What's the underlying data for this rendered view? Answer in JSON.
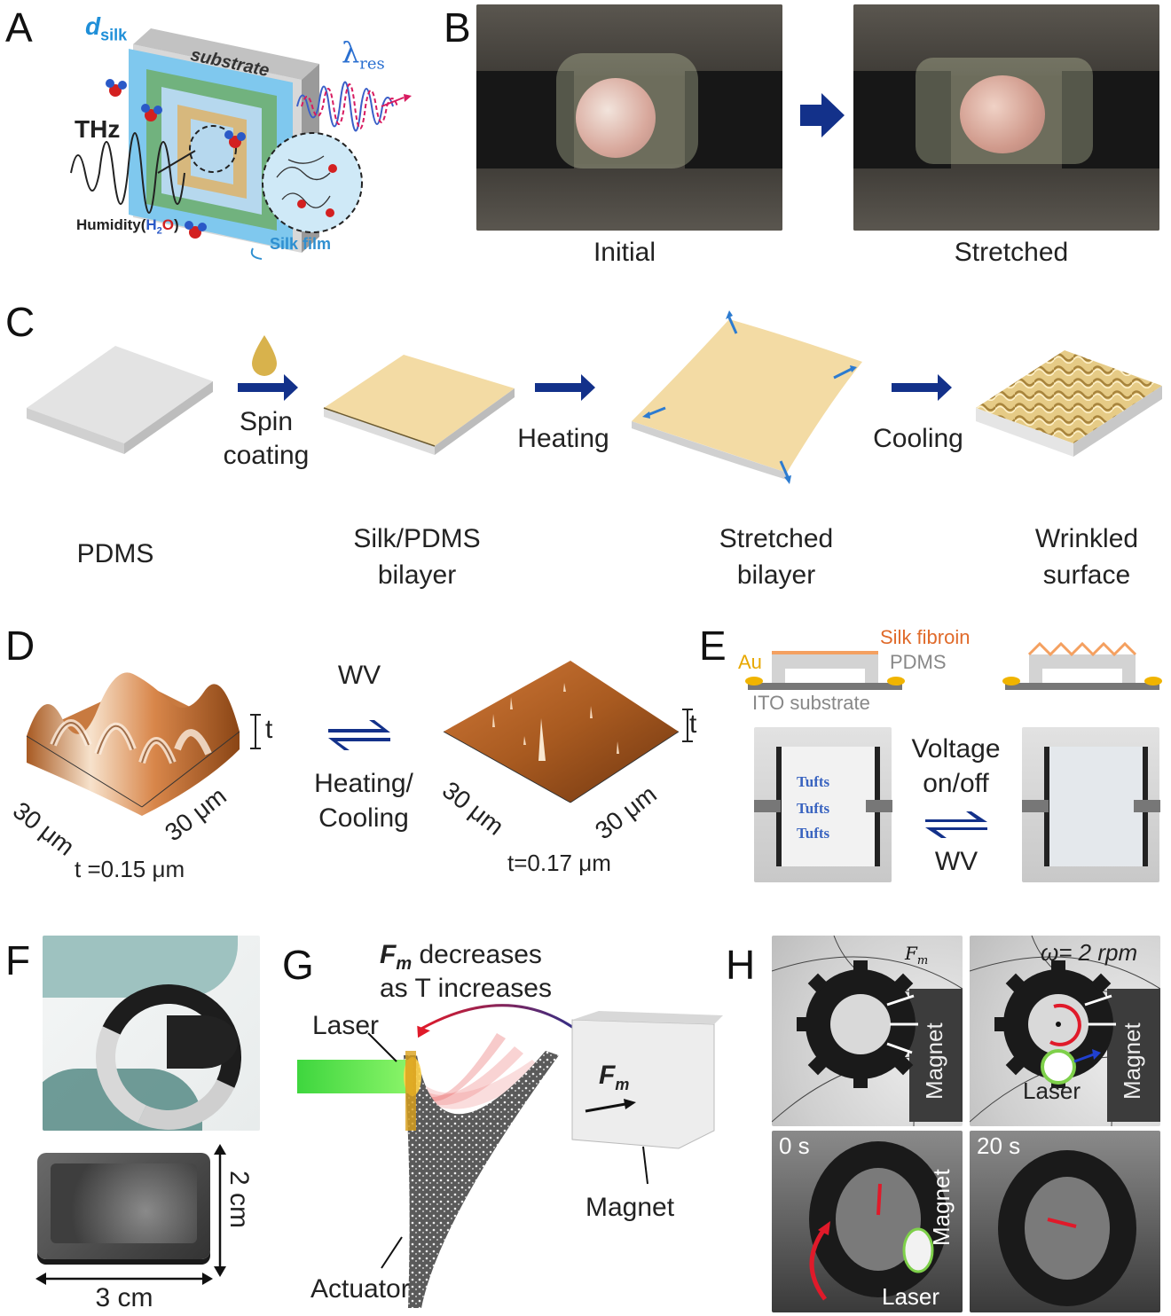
{
  "panels": {
    "A": {
      "label": "A",
      "d_silk_main": "d",
      "d_silk_sub": "silk",
      "substrate": "substrate",
      "lambda_main": "λ",
      "lambda_sub": "res",
      "thz": "THz",
      "humidity_prefix": "Humidity(",
      "humidity_h": "H",
      "humidity_2": "2",
      "humidity_o": "O",
      "humidity_suffix": ")",
      "silk_film": "Silk film"
    },
    "B": {
      "label": "B",
      "captions": [
        "Initial",
        "Stretched"
      ]
    },
    "C": {
      "label": "C",
      "step_labels": [
        "Spin\ncoating",
        "Heating",
        "Cooling"
      ],
      "stage_labels": [
        "PDMS",
        "Silk/PDMS\nbilayer",
        "Stretched\nbilayer",
        "Wrinkled\nsurface"
      ],
      "colors": {
        "pdms": "#e3e3e3",
        "silk": "#f3dba4",
        "arrow": "#13318a"
      }
    },
    "D": {
      "label": "D",
      "wv": "WV",
      "heating_cooling": "Heating/\nCooling",
      "left_x_axis": "30 μm",
      "left_y_axis": "30 μm",
      "left_t": "t =0.15 μm",
      "right_x_axis": "30 μm",
      "right_y_axis": "30 μm",
      "right_t": "t=0.17 μm",
      "t_mark": "t"
    },
    "E": {
      "label": "E",
      "silk_fibroin": "Silk fibroin",
      "au": "Au",
      "pdms": "PDMS",
      "ito": "ITO substrate",
      "voltage": "Voltage\non/off",
      "wv": "WV",
      "logo_words": [
        "Tufts",
        "Tufts",
        "Tufts"
      ]
    },
    "F": {
      "label": "F",
      "height": "2 cm",
      "width": "3 cm"
    },
    "G": {
      "label": "G",
      "fm_main": "F",
      "fm_sub": "m",
      "title_rest1": " decreases",
      "title_line2": "as T increases",
      "laser": "Laser",
      "magnet": "Magnet",
      "actuator": "Actuator"
    },
    "H": {
      "label": "H",
      "omega": "ω= 2 rpm",
      "fm": "F",
      "fm_sub": "m",
      "magnet": "Magnet",
      "laser": "Laser",
      "time_start": "0 s",
      "time_end": "20 s"
    }
  }
}
